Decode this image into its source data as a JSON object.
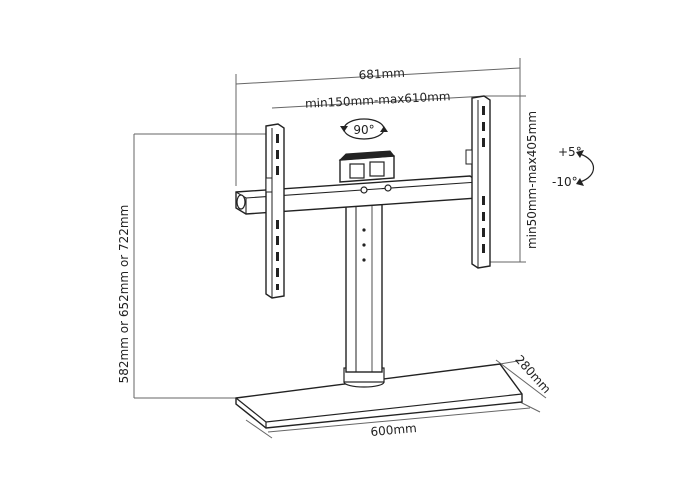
{
  "diagram": {
    "labels": {
      "overall_width": "681mm",
      "vesa_width": "min150mm-max610mm",
      "vesa_height": "min50mm-max405mm",
      "height": "582mm or 652mm or 722mm",
      "base_width": "600mm",
      "base_depth": "280mm",
      "swivel": "90°",
      "tilt_up": "+5°",
      "tilt_down": "-10°"
    },
    "colors": {
      "line": "#222222",
      "dimension": "#555555",
      "fill": "#ffffff"
    }
  }
}
